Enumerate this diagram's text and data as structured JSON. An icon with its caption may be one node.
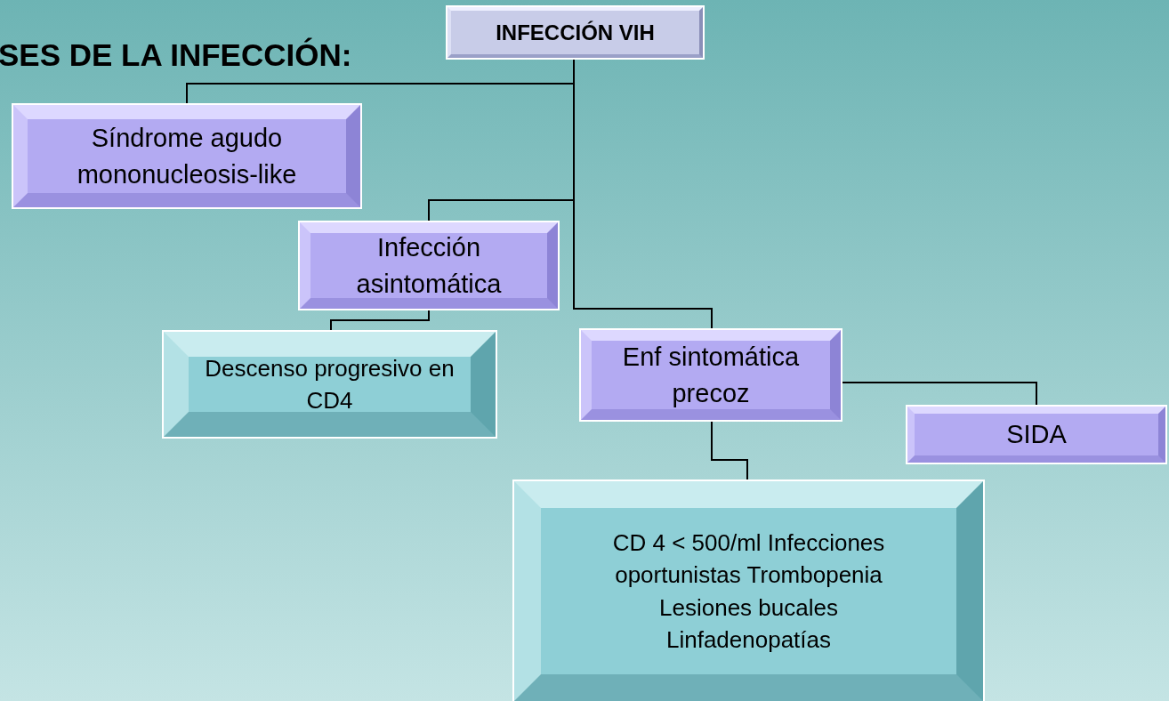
{
  "diagram": {
    "title": "SES DE LA INFECCIÓN:",
    "nodes": [
      {
        "text": [
          "INFECCIÓN VIH"
        ]
      },
      {
        "text": [
          "Síndrome agudo mononucleosis-like"
        ]
      },
      {
        "text": [
          "Infección asintomática"
        ]
      },
      {
        "text": [
          "Descenso progresivo en CD4"
        ]
      },
      {
        "text": [
          "Enf sintomática precoz"
        ]
      },
      {
        "text": [
          "SIDA"
        ]
      },
      {
        "text": [
          "CD 4 < 500/ml Infecciones oportunistas Trombopenia Lesiones bucales Linfadenopatías"
        ]
      }
    ],
    "edges": [
      {
        "from": 0,
        "to": 1,
        "arrow": "none"
      },
      {
        "from": 0,
        "to": 2,
        "arrow": "none"
      },
      {
        "from": 0,
        "to": 4,
        "arrow": "none"
      },
      {
        "from": 4,
        "to": 5,
        "arrow": "none"
      },
      {
        "from": 2,
        "to": 3,
        "arrow": "none"
      },
      {
        "from": 4,
        "to": 6,
        "arrow": "none"
      }
    ]
  }
}
